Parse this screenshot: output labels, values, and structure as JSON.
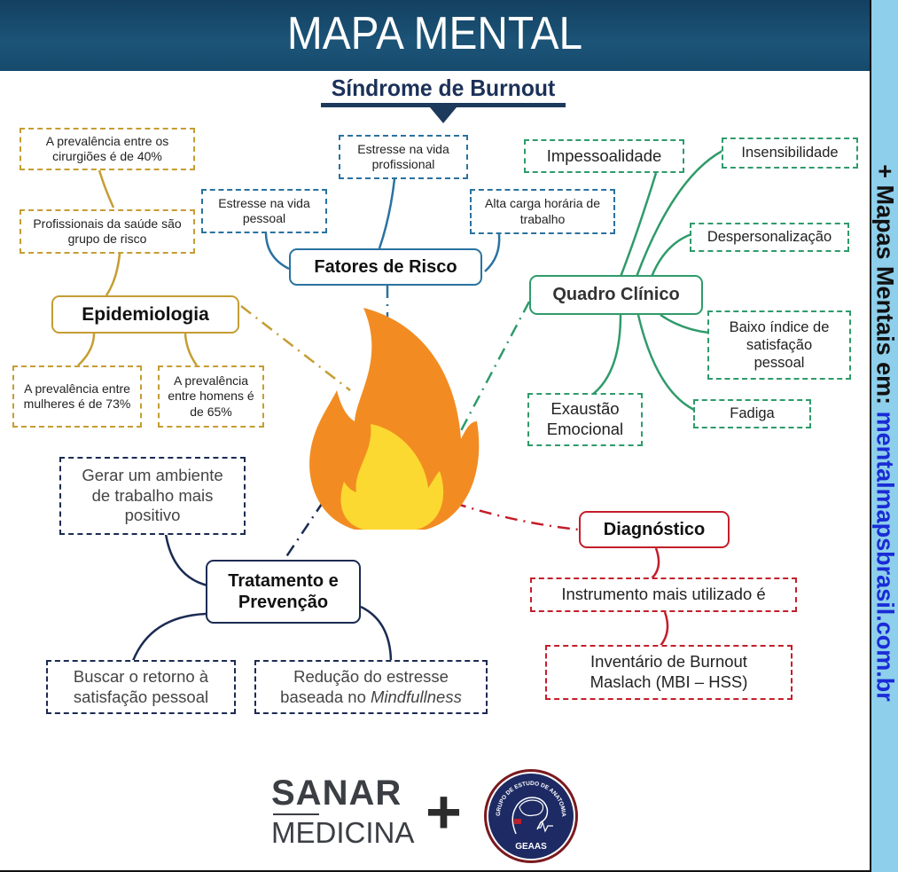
{
  "header": {
    "title": "MAPA MENTAL"
  },
  "subtitle": "Síndrome de Burnout",
  "center": {
    "icon": "fire-icon"
  },
  "colors": {
    "header_bg": "#174a6c",
    "epidemiologia": "#c59d32",
    "fatores": "#2a72a0",
    "quadro": "#2f9b6a",
    "diagnostico": "#c41e2a",
    "tratamento": "#1b2b52",
    "flame_outer": "#f28c22",
    "flame_inner": "#fcd930",
    "sidebar_bg": "#8ecfeb",
    "sidebar_link": "#1a2bd6"
  },
  "branches": {
    "epidemiologia": {
      "title": "Epidemiologia",
      "items": [
        "A prevalência entre os cirurgiões é de 40%",
        "Profissionais da saúde são grupo de risco",
        "A prevalência entre mulheres é de 73%",
        "A prevalência entre homens é de 65%"
      ]
    },
    "fatores_de_risco": {
      "title": "Fatores de Risco",
      "items": [
        "Estresse na vida profissional",
        "Estresse na vida pessoal",
        "Alta carga horária de trabalho"
      ]
    },
    "quadro_clinico": {
      "title": "Quadro Clínico",
      "items": [
        "Impessoalidade",
        "Insensibilidade",
        "Despersonalização",
        "Baixo índice de satisfação pessoal",
        "Fadiga",
        "Exaustão Emocional"
      ]
    },
    "diagnostico": {
      "title": "Diagnóstico",
      "items": [
        "Instrumento mais utilizado é",
        "Inventário de Burnout Maslach (MBI – HSS)"
      ]
    },
    "tratamento": {
      "title": "Tratamento e Prevenção",
      "items": [
        "Gerar um ambiente de trabalho mais positivo",
        "Buscar o retorno à satisfação pessoal",
        "Redução do estresse baseada no",
        "Mindfullness"
      ]
    }
  },
  "logos": {
    "sanar_top": "SANAR",
    "sanar_bottom": "MEDICINA",
    "plus": "+",
    "geaas_label": "GEAAS",
    "geaas_ring_text": "GRUPO DE ESTUDO DE ANATOMIA APLICADA À SAÚDE"
  },
  "sidebar": {
    "prefix": "+ Mapas Mentais em: ",
    "link": "mentalmapsbrasil.com.br"
  }
}
